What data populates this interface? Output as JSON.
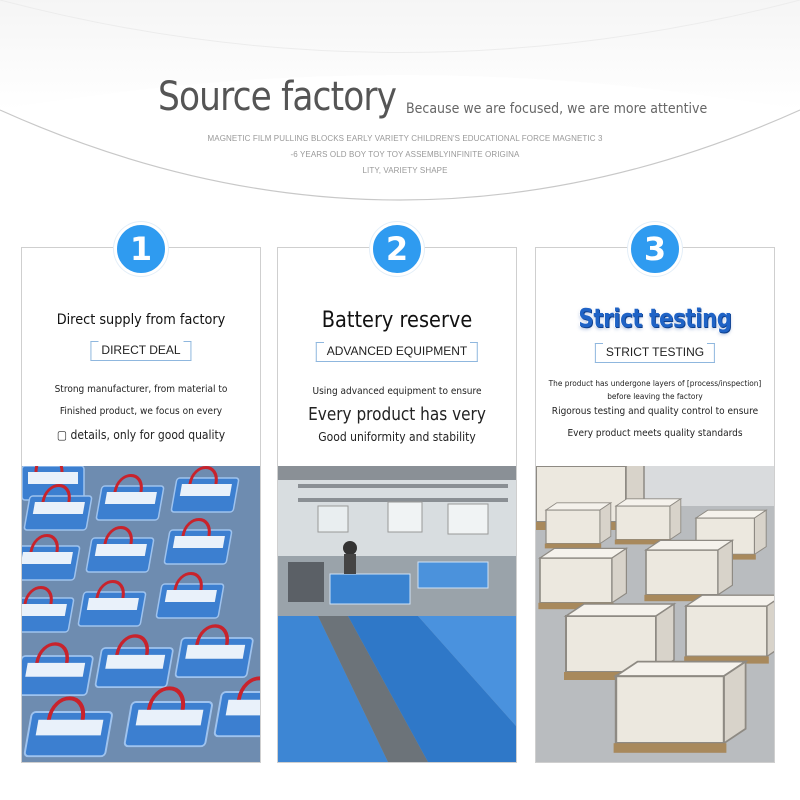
{
  "header": {
    "title": "Source factory",
    "subtitle": "Because we are focused, we are more attentive",
    "desc_lines": [
      "MAGNETIC FILM PULLING BLOCKS EARLY VARIETY CHILDREN'S EDUCATIONAL FORCE MAGNETIC 3",
      "-6 YEARS OLD BOY TOY TOY ASSEMBLYINFINITE ORIGINA",
      "LITY, VARIETY SHAPE"
    ]
  },
  "colors": {
    "accent": "#2f9bf0",
    "heading_blue": "#1f63c6",
    "tag_border": "#8fb7de"
  },
  "cards": [
    {
      "number": "1",
      "heading": "Direct supply from factory",
      "tag": "DIRECT DEAL",
      "lines": [
        "Strong manufacturer, from material to",
        "Finished product, we focus on every",
        "▢ details, only for good quality"
      ],
      "image_icon": "battery-rows-photo"
    },
    {
      "number": "2",
      "heading": "Battery reserve",
      "tag": "ADVANCED EQUIPMENT",
      "lines": [
        "Using advanced equipment to ensure",
        "Every product has very",
        "Good uniformity and stability"
      ],
      "image_icon": "factory-floor-photo"
    },
    {
      "number": "3",
      "heading": "Strict testing",
      "tag": "STRICT TESTING",
      "lines": [
        "The product has undergone layers of [process/inspection]",
        "before leaving the factory",
        "Rigorous testing and quality control to ensure",
        "Every product meets quality standards"
      ],
      "image_icon": "wooden-crates-photo"
    }
  ]
}
